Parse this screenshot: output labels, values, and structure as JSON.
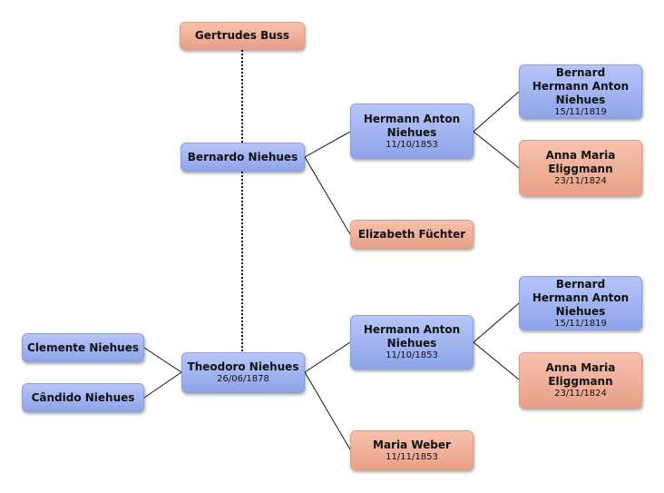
{
  "nodes": {
    "gertrudes": {
      "name": "Gertrudes Buss",
      "date": "",
      "gender": "female"
    },
    "bernardo": {
      "name": "Bernardo Niehues",
      "date": "",
      "gender": "male"
    },
    "hermann_1": {
      "name": "Hermann Anton Niehues",
      "date": "11/10/1853",
      "gender": "male"
    },
    "elizabeth": {
      "name": "Elizabeth Füchter",
      "date": "",
      "gender": "female"
    },
    "bernard_1": {
      "name": "Bernard Hermann Anton Niehues",
      "date": "15/11/1819",
      "gender": "male"
    },
    "anna_1": {
      "name": "Anna Maria Eliggmann",
      "date": "23/11/1824",
      "gender": "female"
    },
    "clemente": {
      "name": "Clemente Niehues",
      "date": "",
      "gender": "male"
    },
    "candido": {
      "name": "Cândido Niehues",
      "date": "",
      "gender": "male"
    },
    "theodoro": {
      "name": "Theodoro Niehues",
      "date": "26/06/1878",
      "gender": "male"
    },
    "hermann_2": {
      "name": "Hermann Anton Niehues",
      "date": "11/10/1853",
      "gender": "male"
    },
    "maria_weber": {
      "name": "Maria Weber",
      "date": "11/11/1853",
      "gender": "female"
    },
    "bernard_2": {
      "name": "Bernard Hermann Anton Niehues",
      "date": "15/11/1819",
      "gender": "male"
    },
    "anna_2": {
      "name": "Anna Maria Eliggmann",
      "date": "23/11/1824",
      "gender": "female"
    }
  },
  "colors": {
    "male": "#9fb2f0",
    "female": "#f0b19a",
    "line": "#111111"
  }
}
